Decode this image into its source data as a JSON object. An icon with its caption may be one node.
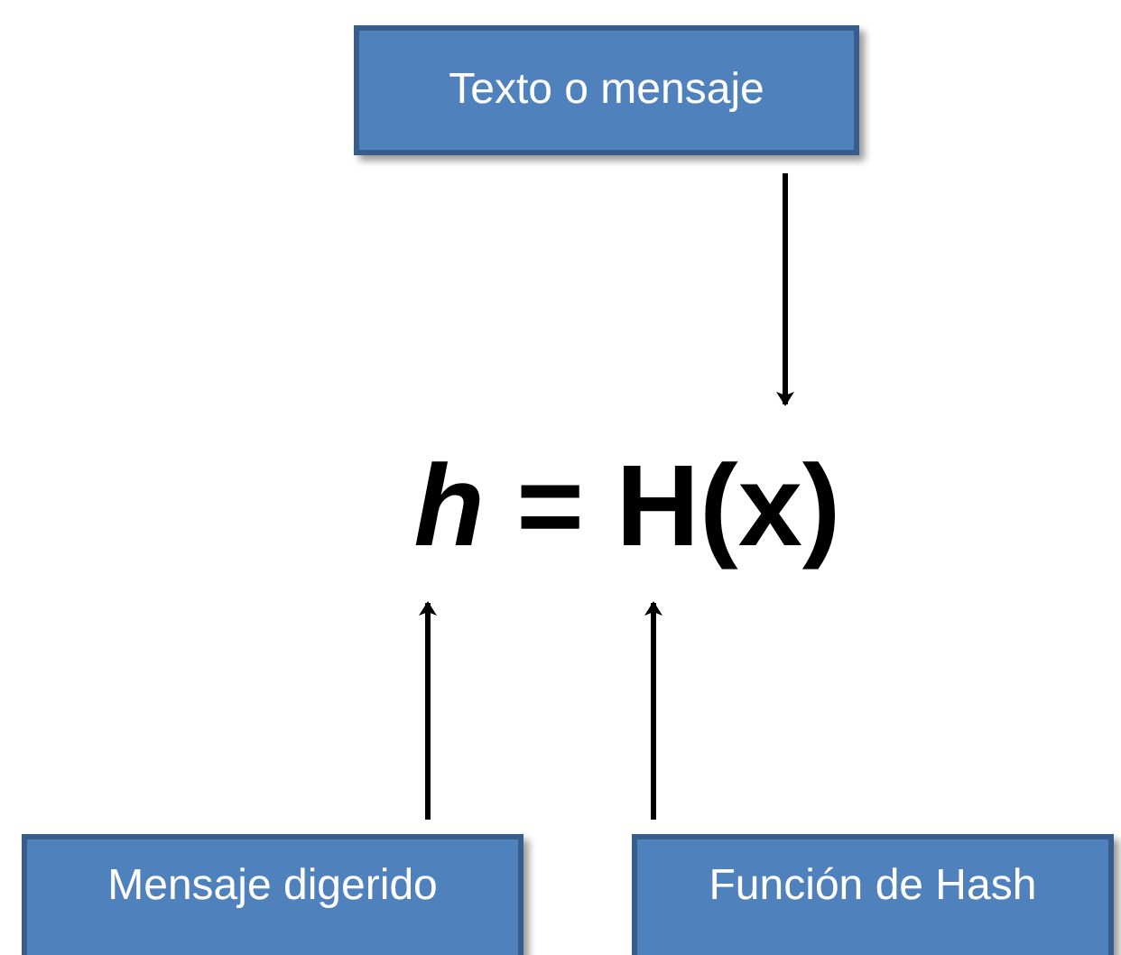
{
  "diagram": {
    "nodes": [
      {
        "text": [
          "Texto o mensaje"
        ]
      },
      {
        "text": [
          "*h* = H(x)"
        ]
      },
      {
        "text": [
          "Mensaje digerido"
        ]
      },
      {
        "text": [
          "Función de Hash"
        ]
      }
    ],
    "edges": [
      {
        "from": 0,
        "to": 1,
        "arrow": "to"
      },
      {
        "from": 2,
        "to": 1,
        "arrow": "to"
      },
      {
        "from": 3,
        "to": 1,
        "arrow": "to"
      }
    ]
  }
}
